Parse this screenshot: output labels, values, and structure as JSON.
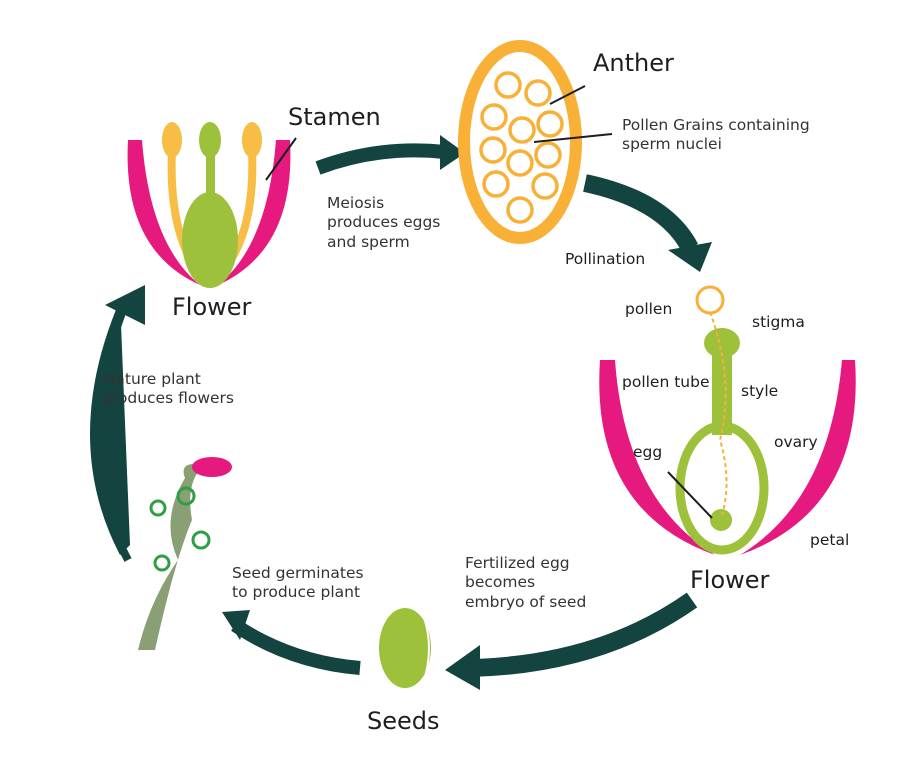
{
  "labels": {
    "flower_left": "Flower",
    "stamen": "Stamen",
    "anther": "Anther",
    "pollen_grains": "Pollen Grains containing\nsperm nuclei",
    "meiosis": "Meiosis\nproduces eggs\nand sperm",
    "pollination": "Pollination",
    "pollen": "pollen",
    "stigma": "stigma",
    "pollen_tube": "pollen tube",
    "style": "style",
    "ovary": "ovary",
    "egg": "egg",
    "petal": "petal",
    "flower_right": "Flower",
    "fertilized": "Fertilized egg\nbecomes\nembryo of seed",
    "seeds": "Seeds",
    "germinates": "Seed germinates\nto produce plant",
    "mature": "Mature plant\nproduces flowers"
  },
  "colors": {
    "arrow": "#13443f",
    "petal": "#e6197f",
    "stamen": "#f7bd45",
    "pistil": "#9dc13a",
    "anther": "#f8b037",
    "stem": "#8a9f74",
    "leaf_ring": "#2f9e44"
  }
}
